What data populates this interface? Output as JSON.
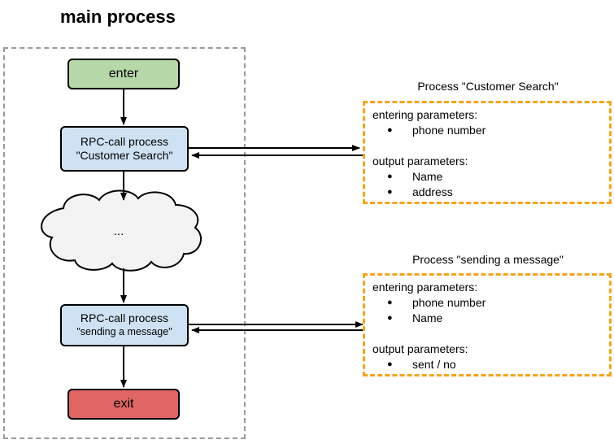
{
  "diagram": {
    "title": "main process",
    "nodes": {
      "enter": "enter",
      "exit": "exit",
      "rpc1": {
        "line1": "RPC-call process",
        "line2": "\"Customer Search\""
      },
      "rpc2": {
        "line1": "RPC-call process",
        "line2": "\"sending a message\""
      },
      "cloud": "..."
    },
    "processes": [
      {
        "title": "Process \"Customer Search\"",
        "entering_label": "entering parameters:",
        "entering": [
          "phone number"
        ],
        "output_label": "output parameters:",
        "output": [
          "Name",
          "address"
        ]
      },
      {
        "title": "Process \"sending a message\"",
        "entering_label": "entering parameters:",
        "entering": [
          "phone number",
          "Name"
        ],
        "output_label": "output parameters:",
        "output": [
          "sent / no"
        ]
      }
    ],
    "colors": {
      "enter": "#b6d7a8",
      "exit": "#e06666",
      "rpc": "#cfe2f3",
      "cloud": "#f3f3f3",
      "main_frame": "#999999",
      "param_frame": "#f6a31c"
    }
  }
}
